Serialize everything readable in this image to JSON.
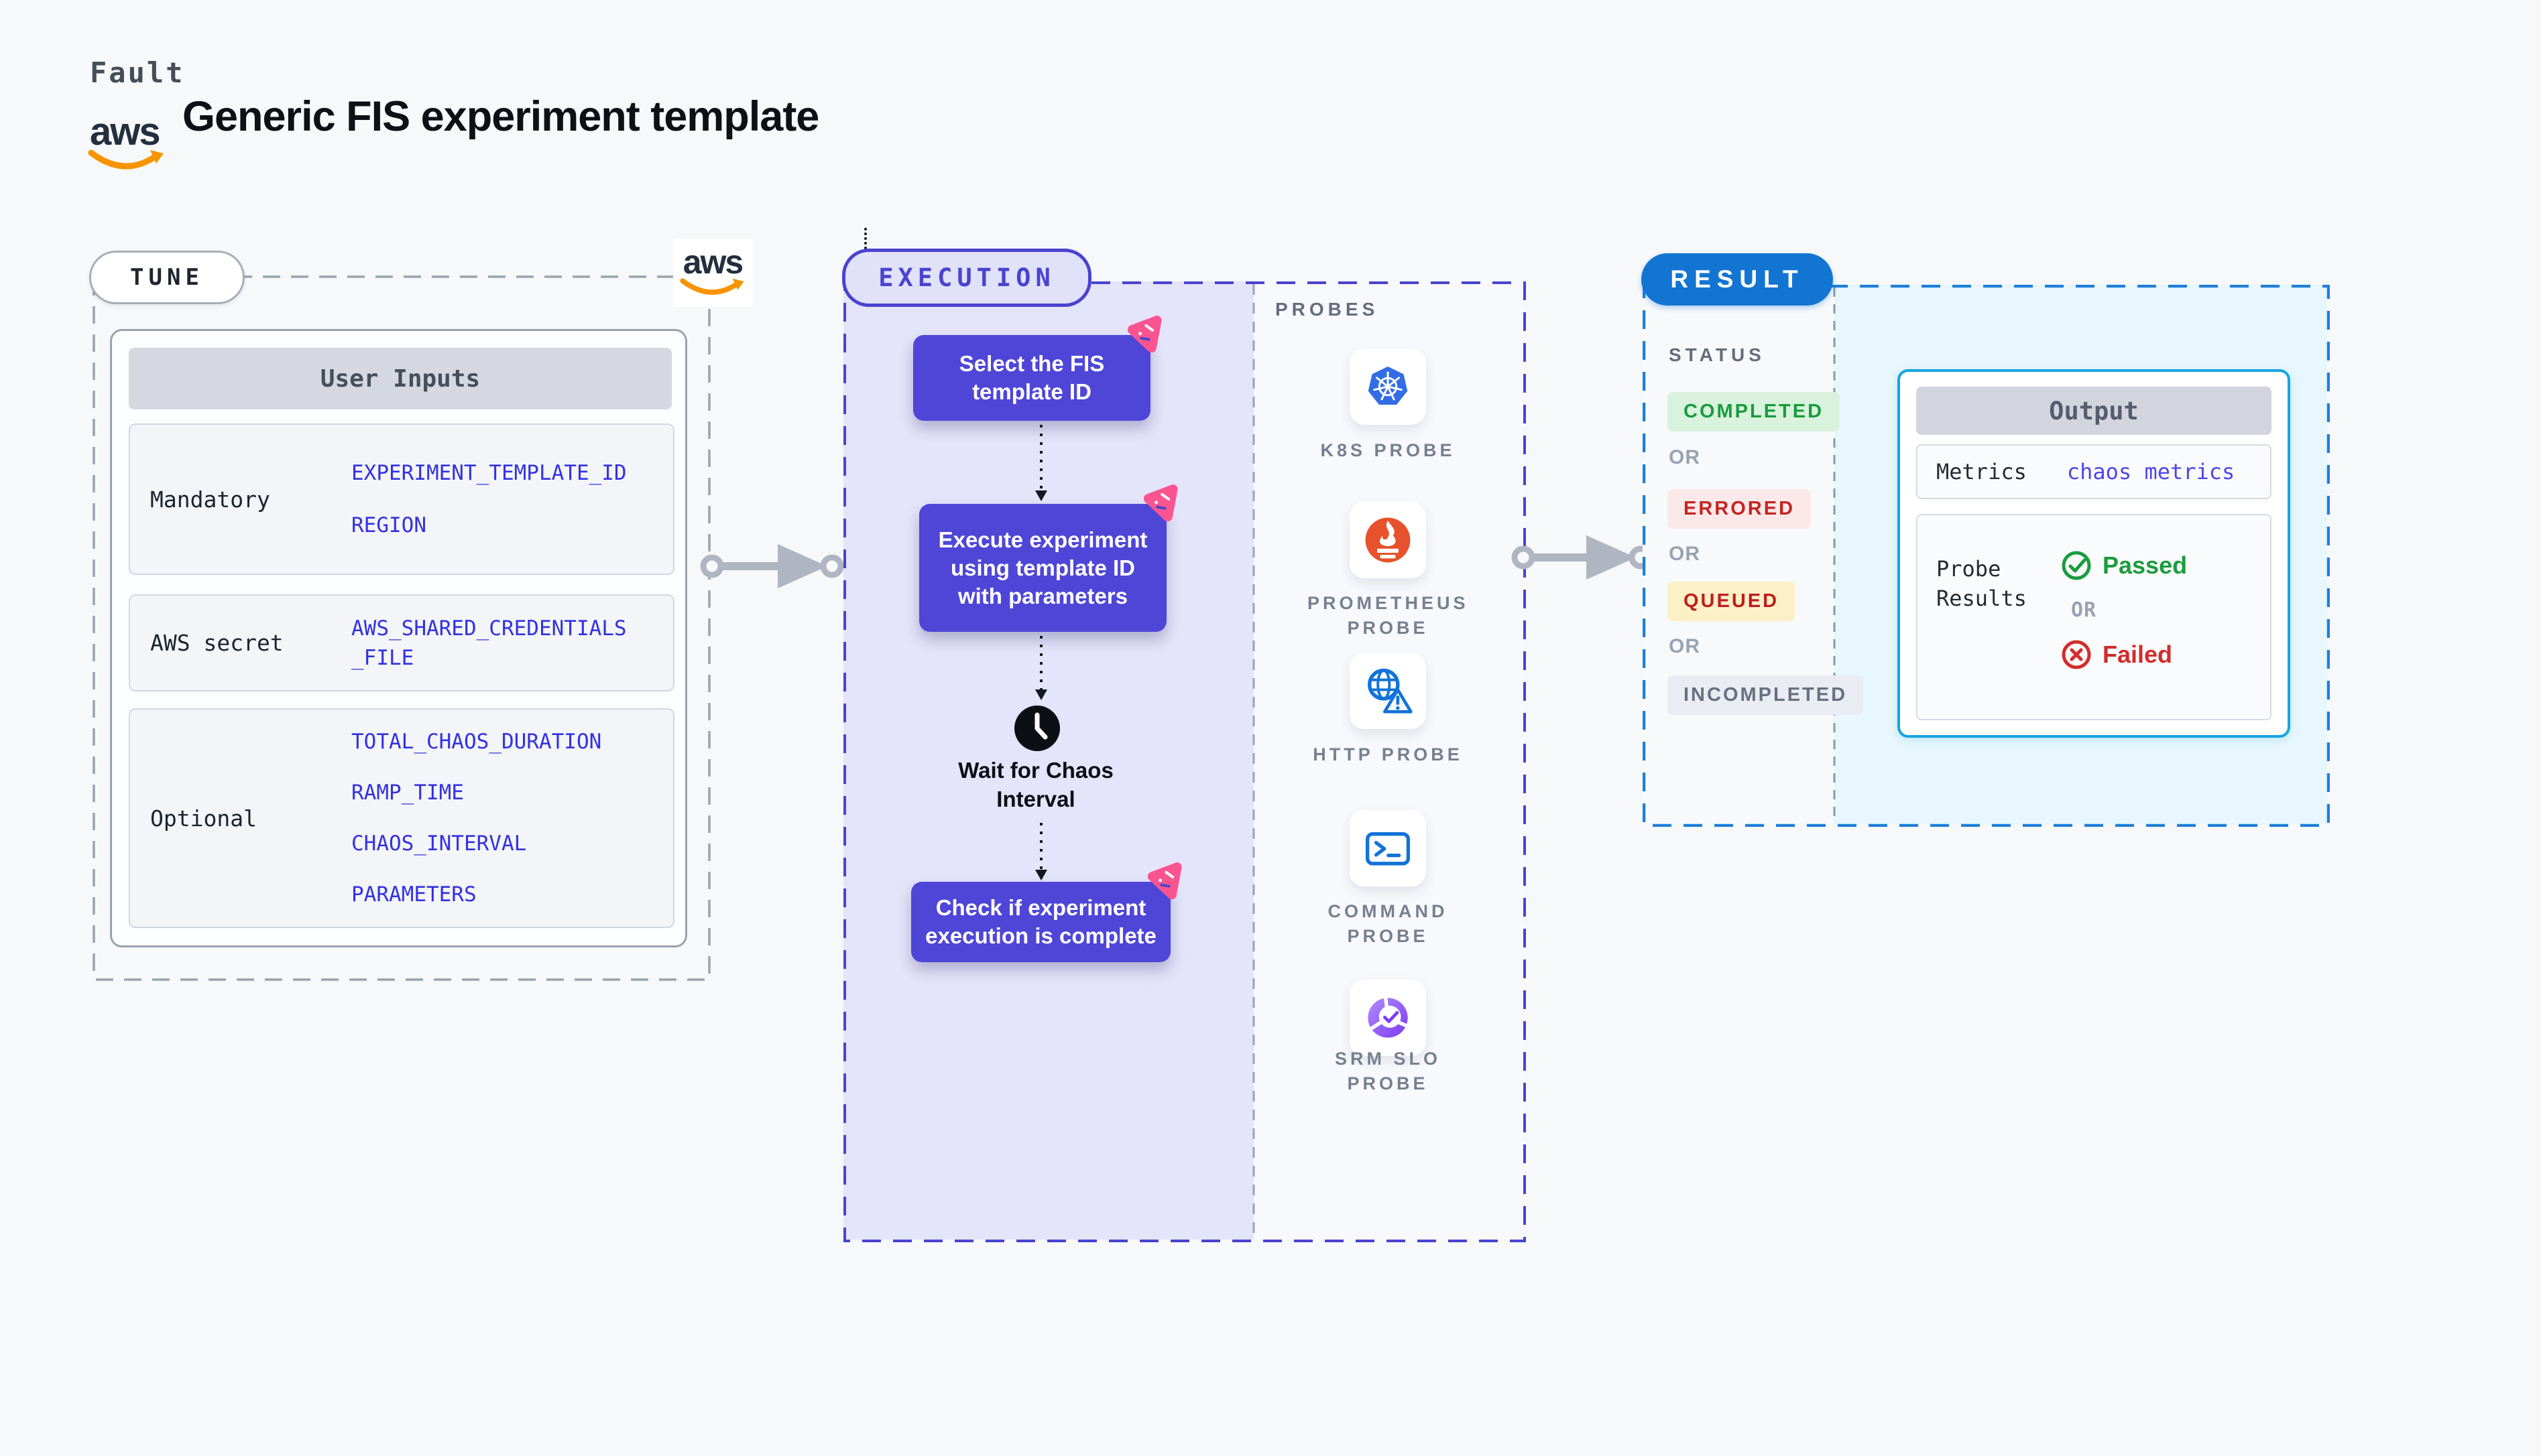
{
  "header": {
    "brand": "Fault",
    "title": "Generic FIS experiment template",
    "aws_logo_text": "aws"
  },
  "tune": {
    "pill": "TUNE",
    "table": {
      "header": "User Inputs",
      "rows": [
        {
          "label": "Mandatory",
          "values": [
            "EXPERIMENT_TEMPLATE_ID",
            "REGION"
          ]
        },
        {
          "label": "AWS secret",
          "values": [
            "AWS_SHARED_CREDENTIALS_FILE"
          ]
        },
        {
          "label": "Optional",
          "values": [
            "TOTAL_CHAOS_DURATION",
            "RAMP_TIME",
            "CHAOS_INTERVAL",
            "PARAMETERS"
          ]
        }
      ]
    }
  },
  "execution": {
    "pill": "EXECUTION",
    "nodes": [
      "Select the FIS template ID",
      "Execute experiment using template ID with parameters",
      "Check if experiment execution is complete"
    ],
    "wait_label": "Wait for Chaos Interval"
  },
  "probes": {
    "title": "PROBES",
    "items": [
      {
        "icon": "kubernetes-icon",
        "label": "K8S PROBE"
      },
      {
        "icon": "prometheus-icon",
        "label": "PROMETHEUS PROBE"
      },
      {
        "icon": "http-globe-icon",
        "label": "HTTP PROBE"
      },
      {
        "icon": "terminal-icon",
        "label": "COMMAND PROBE"
      },
      {
        "icon": "srm-slo-donut-icon",
        "label": "SRM SLO PROBE"
      }
    ]
  },
  "result": {
    "pill": "RESULT",
    "status": {
      "title": "STATUS",
      "or_label": "OR",
      "badges": [
        {
          "label": "COMPLETED",
          "type": "success"
        },
        {
          "label": "ERRORED",
          "type": "error"
        },
        {
          "label": "QUEUED",
          "type": "queued"
        },
        {
          "label": "INCOMPLETED",
          "type": "muted"
        }
      ]
    },
    "output": {
      "header": "Output",
      "metrics_label": "Metrics",
      "metrics_value": "chaos metrics",
      "probe_results_label": "Probe Results",
      "passed_label": "Passed",
      "or_label": "OR",
      "failed_label": "Failed"
    }
  },
  "colors": {
    "page_bg": "#F7F8FA",
    "node_purple": "#4F46D8",
    "badge_pink": "#FB5591",
    "execution_border": "#4A43CF",
    "execution_fill": "#E4E4FA",
    "result_pill_blue": "#1375D2",
    "result_border": "#1E7FD8",
    "output_border_cyan": "#17A5DF",
    "output_zone_bg": "#E8F6FD",
    "value_blue": "#3431E0",
    "metrics_value_blue": "#4F46E5",
    "success_green": "#1A9C3E",
    "error_red": "#C52424",
    "queued_text_red": "#BF1D1D",
    "aws_orange": "#F79400",
    "gray_dash": "#9AA2AE"
  }
}
